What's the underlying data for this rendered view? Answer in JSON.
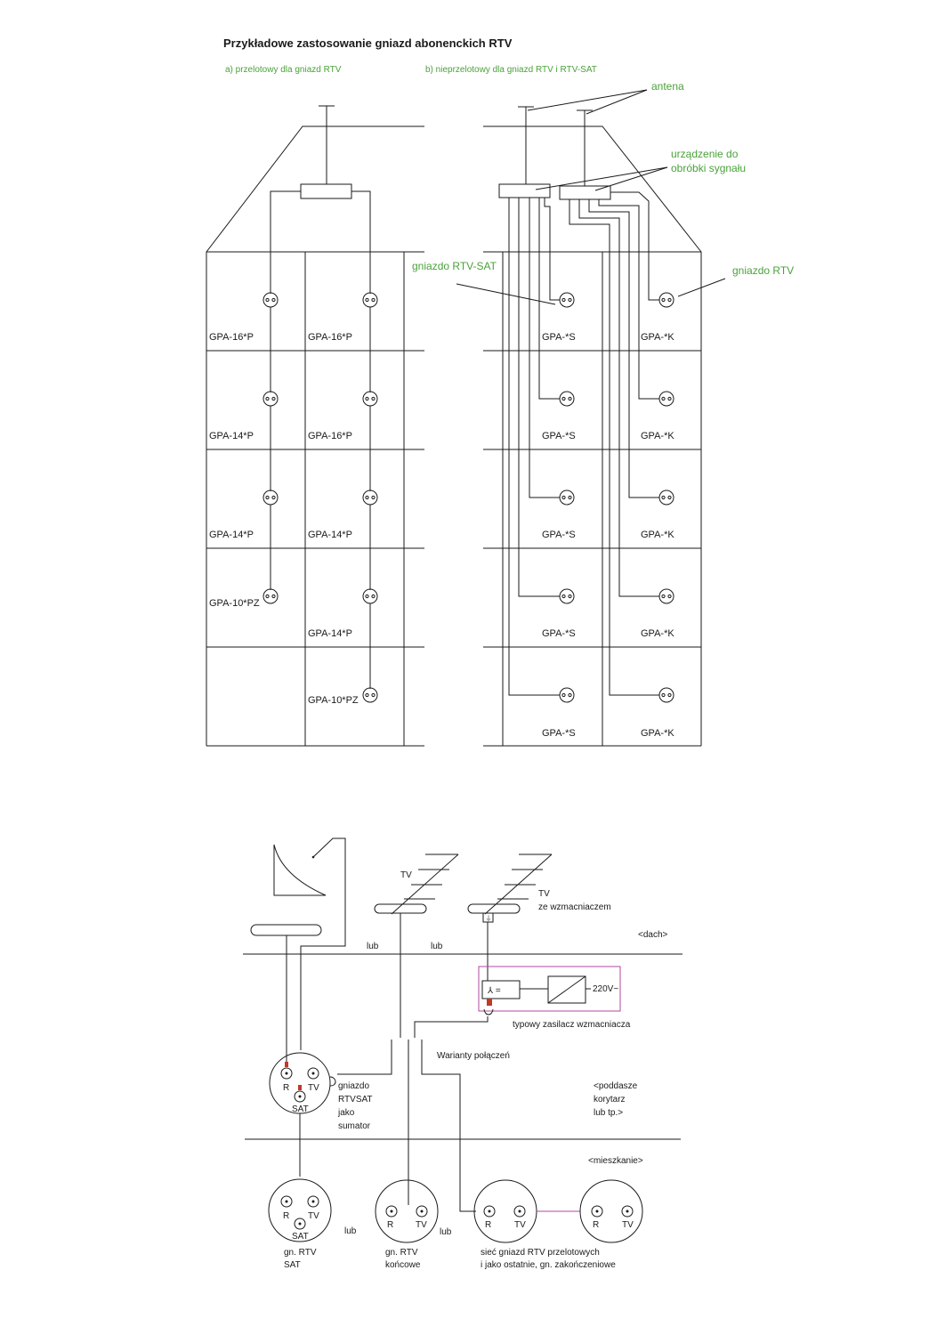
{
  "title": "Przykładowe zastosowanie gniazd abonenckich RTV",
  "colors": {
    "green": "#4aa23a",
    "dark": "#1a1a1a",
    "red": "#c0392b",
    "magenta": "#b04a9e"
  },
  "panel_a": {
    "heading": "a) przelotowy dla gniazd RTV",
    "left_column": [
      "GPA-16*P",
      "GPA-14*P",
      "GPA-14*P",
      "GPA-10*PZ"
    ],
    "right_column": [
      "GPA-16*P",
      "GPA-16*P",
      "GPA-14*P",
      "GPA-14*P",
      "GPA-10*PZ"
    ]
  },
  "panel_b": {
    "heading": "b) nieprzelotowy dla gniazd RTV i RTV-SAT",
    "antenna_label": "antena",
    "device_label_line1": "urządzenie do",
    "device_label_line2": "obróbki sygnału",
    "rtvsat_socket_label": "gniazdo RTV-SAT",
    "rtv_socket_label": "gniazdo RTV",
    "left_column": [
      "GPA-*S",
      "GPA-*S",
      "GPA-*S",
      "GPA-*S",
      "GPA-*S"
    ],
    "right_column": [
      "GPA-*K",
      "GPA-*K",
      "GPA-*K",
      "GPA-*K",
      "GPA-*K"
    ]
  },
  "bottom": {
    "tv_label": "TV",
    "tv_amp_line1": "TV",
    "tv_amp_line2": "ze wzmacniaczem",
    "roof_label": "<dach>",
    "or_label": "lub",
    "voltage_label": "220V~",
    "psu_caption": "typowy zasilacz wzmacniacza",
    "variants_label": "Warianty połączeń",
    "r_label": "R",
    "tv_port_label": "TV",
    "sat_label": "SAT",
    "sumator_lines": [
      "gniazdo",
      "RTVSAT",
      "jako",
      "sumator"
    ],
    "attic_lines": [
      "<poddasze",
      "korytarz",
      "lub tp.>"
    ],
    "flat_label": "<mieszkanie>",
    "socket1_caption": [
      "gn. RTV",
      "SAT"
    ],
    "socket2_caption": [
      "gn. RTV",
      "końcowe"
    ],
    "socket3_caption": [
      "sieć gniazd RTV przelotowych",
      "i jako ostatnie, gn. zakończeniowe"
    ]
  }
}
